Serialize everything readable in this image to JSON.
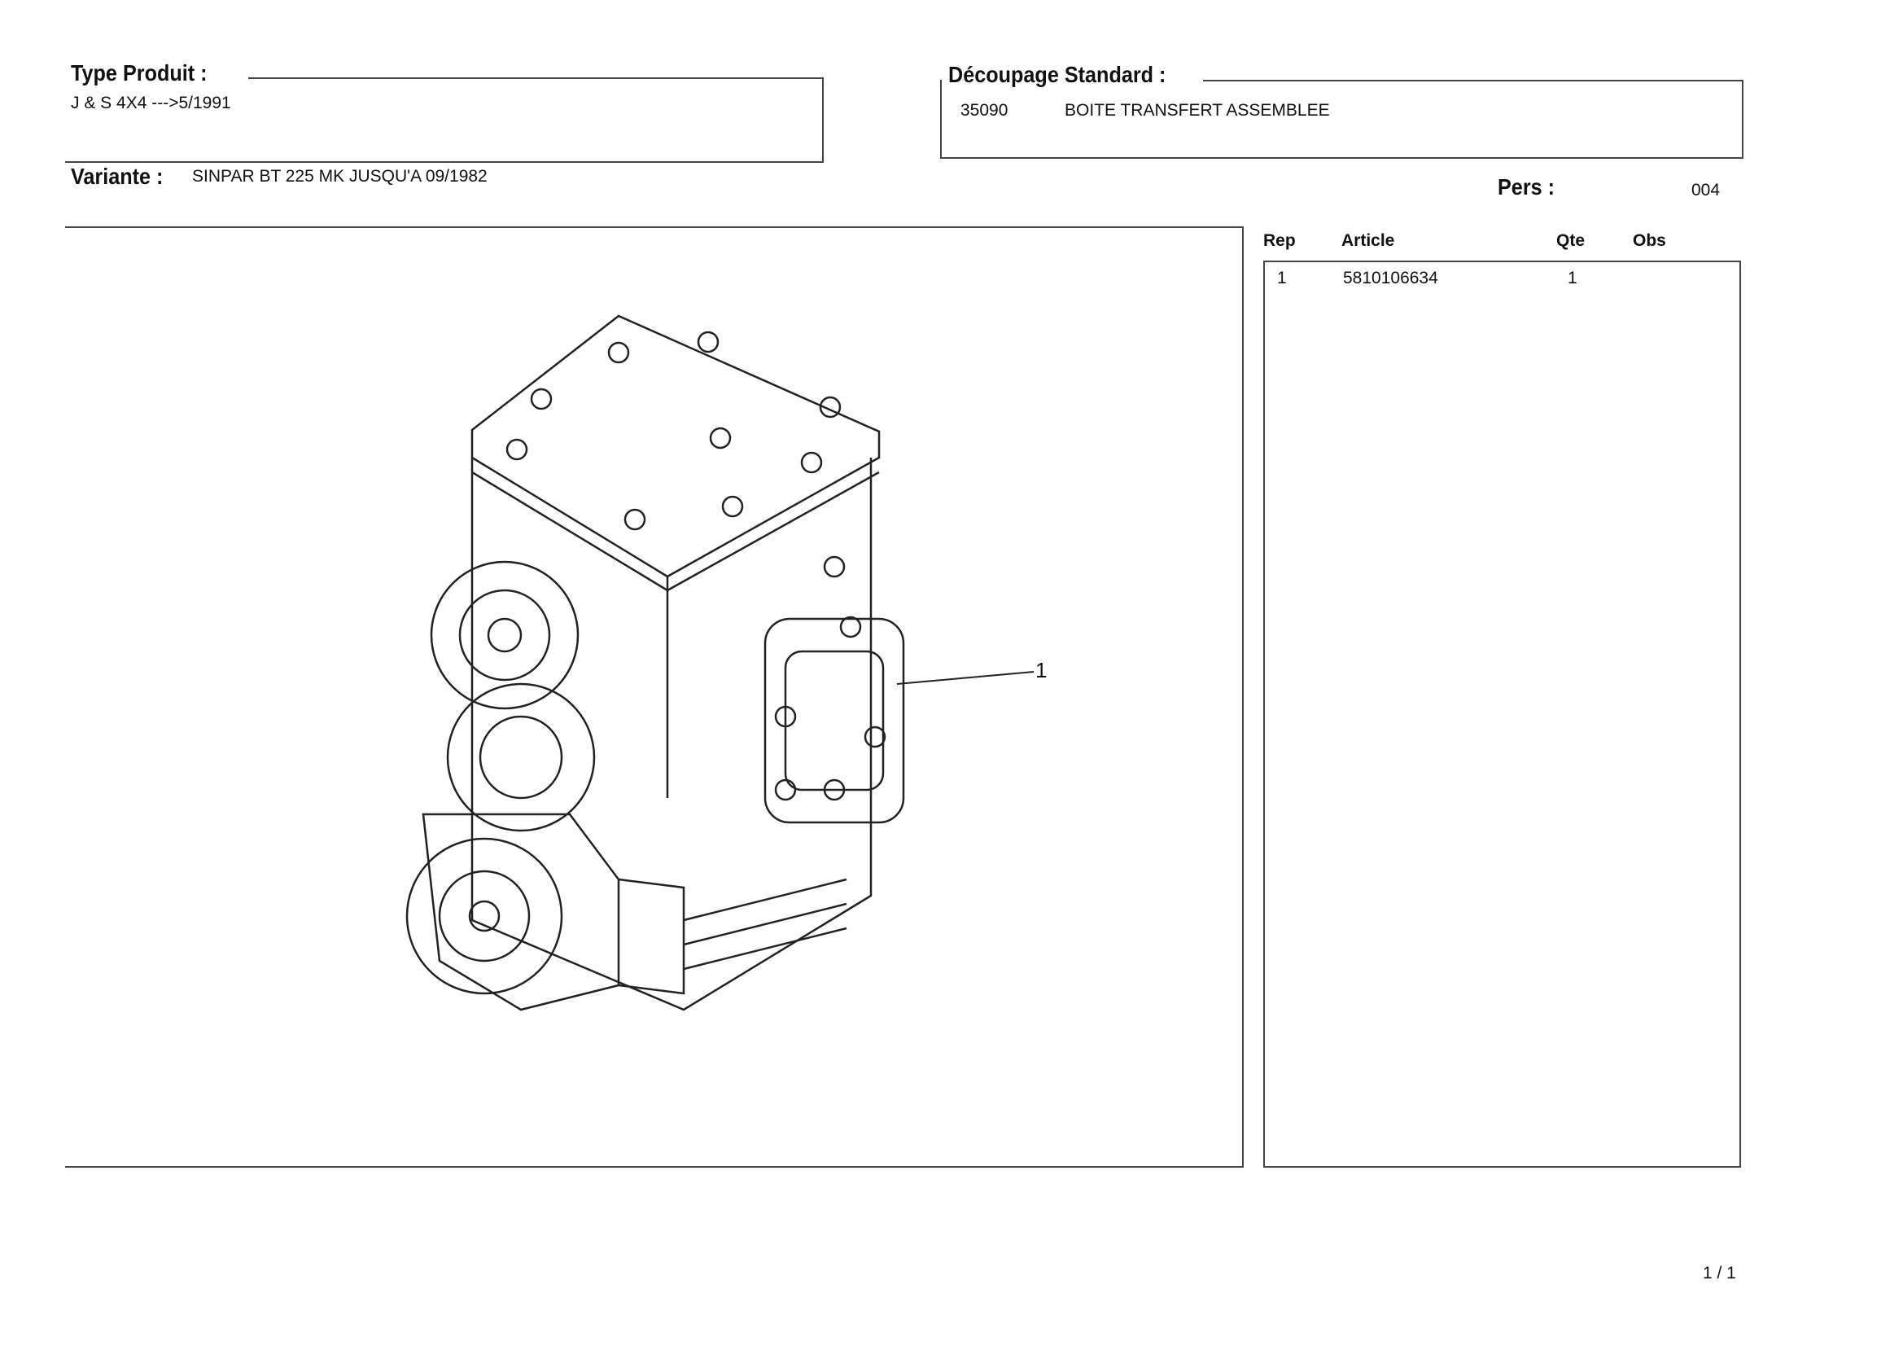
{
  "header": {
    "type_produit_label": "Type Produit :",
    "type_produit_value": "J & S 4X4 --->5/1991",
    "decoupage_label": "Découpage Standard :",
    "decoupage_code": "35090",
    "decoupage_desc": "BOITE TRANSFERT ASSEMBLEE",
    "variante_label": "Variante :",
    "variante_value": "SINPAR BT 225 MK JUSQU'A  09/1982",
    "pers_label": "Pers :",
    "pers_value": "004"
  },
  "drawing": {
    "callout": "1"
  },
  "table": {
    "headers": [
      "Rep",
      "Article",
      "Qte",
      "Obs"
    ],
    "rows": [
      {
        "rep": "1",
        "article": "5810106634",
        "qte": "1",
        "obs": ""
      }
    ]
  },
  "footer": {
    "page": "1 / 1"
  }
}
